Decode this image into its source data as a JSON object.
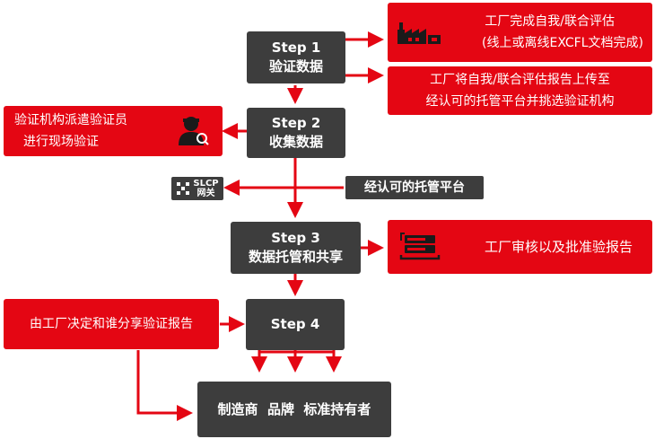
{
  "steps": [
    {
      "title": "Step 1",
      "subtitle": "验证数据"
    },
    {
      "title": "Step 2",
      "subtitle": "收集数据"
    },
    {
      "title": "Step 3",
      "subtitle": "数据托管和共享"
    },
    {
      "title": "Step 4",
      "subtitle": ""
    }
  ],
  "boxes": {
    "self_assessment": [
      "工厂完成自我/联合评估",
      "(线上或离线EXCFL文档完成)"
    ],
    "upload_report": [
      "工厂将自我/联合评估报告上传至",
      "经认可的托管平台并挑选验证机构"
    ],
    "verifier_onsite": [
      "验证机构派遣验证员",
      "进行现场验证"
    ],
    "hosting_platform": "经认可的托管平台",
    "slcp_gateway": [
      "SLCP",
      "网关"
    ],
    "factory_review": "工厂审核以及批准验报告",
    "factory_decides": "由工厂决定和谁分享验证报告",
    "stakeholders": "制造商  品牌  标准持有者"
  },
  "colors": {
    "red": "#e40613",
    "gray": "#3d3d3d"
  },
  "icons": [
    "factory-icon",
    "upload-icon",
    "verifier-icon",
    "slcp-logo-icon",
    "server-icon"
  ]
}
